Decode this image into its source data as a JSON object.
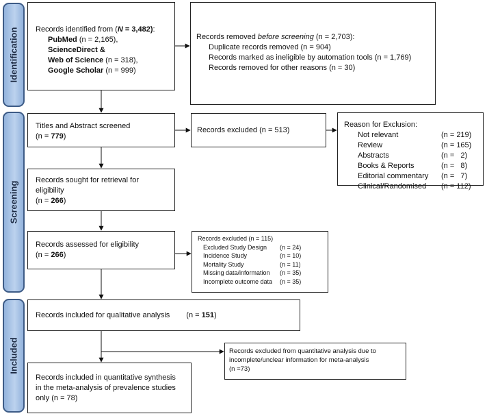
{
  "stages": {
    "identification": "Identification",
    "screening": "Screening",
    "included": "Included"
  },
  "records_identified": {
    "intro": "Records identified from (",
    "n_label": "N",
    "n_value": " = 3,482)",
    "colon": ":",
    "pubmed_name": "PubMed",
    "pubmed_n": " (n = 2,165),",
    "sciencedirect_name": "ScienceDirect &",
    "wos_name": "Web of Science",
    "wos_n": " (n = 318),",
    "scholar_name": "Google Scholar",
    "scholar_n": " (n = 999)"
  },
  "records_removed": {
    "pre": "Records removed ",
    "emph": "before screening",
    "post": " (n = 2,703):",
    "items": [
      "Duplicate records removed (n = 904)",
      "Records marked as ineligible by automation tools (n = 1,769)",
      "Records removed for other reasons (n = 30)"
    ]
  },
  "titles_screened": {
    "title": "Titles and Abstract screened",
    "n_prefix": "(n = ",
    "n_value": "779",
    "n_suffix": ")"
  },
  "records_excluded_1": {
    "label": "Records excluded (n = 513)"
  },
  "reason_exclusion": {
    "title": "Reason for Exclusion:",
    "items": [
      {
        "label": "Not relevant",
        "n": "(n = 219)"
      },
      {
        "label": "Review",
        "n": "(n = 165)"
      },
      {
        "label": "Abstracts",
        "n": "(n =   2)"
      },
      {
        "label": "Books & Reports",
        "n": "(n =   8)"
      },
      {
        "label": "Editorial commentary",
        "n": "(n =   7)"
      },
      {
        "label": "Clinical/Randomised",
        "n": "(n = 112)"
      }
    ]
  },
  "sought_retrieval": {
    "line1": "Records sought for retrieval for",
    "line2": "eligibility",
    "n_prefix": "(n = ",
    "n_value": "266",
    "n_suffix": ")"
  },
  "assessed_eligibility": {
    "title": "Records assessed for eligibility",
    "n_prefix": "(n = ",
    "n_value": "266",
    "n_suffix": ")"
  },
  "records_excluded_2": {
    "title": "Records excluded (n = 115)",
    "items": [
      {
        "label": "Excluded Study Design",
        "n": "(n = 24)"
      },
      {
        "label": "Incidence Study",
        "n": "(n = 10)"
      },
      {
        "label": "Mortality Study",
        "n": "(n = 11)"
      },
      {
        "label": "Missing data/information",
        "n": "(n = 35)"
      },
      {
        "label": "Incomplete outcome data",
        "n": "(n = 35)"
      }
    ]
  },
  "qualitative": {
    "label": "Records included for qualitative analysis",
    "n_prefix": "(n = ",
    "n_value": "151",
    "n_suffix": ")"
  },
  "excluded_quant": {
    "line1": "Records excluded from quantitative analysis due to",
    "line2": "incomplete/unclear information for meta-analysis",
    "line3": "(n =73)"
  },
  "quantitative": {
    "line1": "Records included in quantitative synthesis",
    "line2": "in the meta-analysis of prevalence studies",
    "line3": "only (n = 78)"
  },
  "colors": {
    "stage_fill": "#a9c4e6",
    "stage_border": "#3d5b86"
  }
}
